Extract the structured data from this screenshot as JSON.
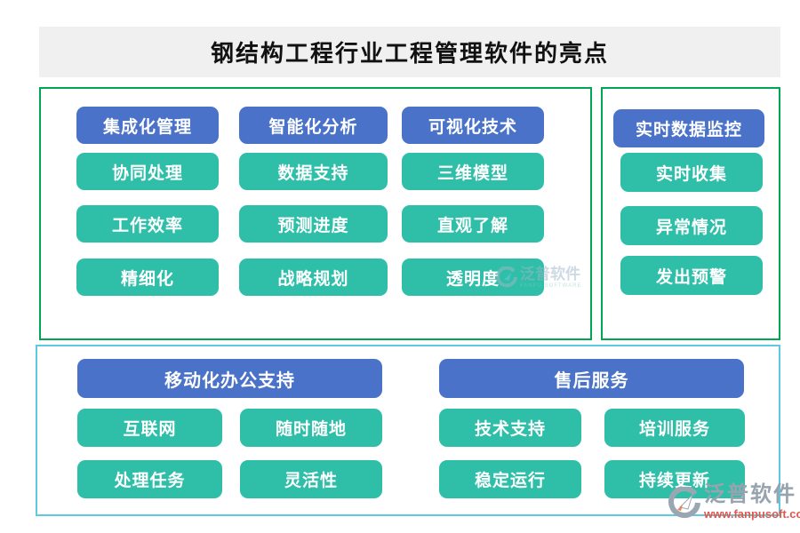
{
  "title": "钢结构工程行业工程管理软件的亮点",
  "colors": {
    "header_node": "#4a72c8",
    "item_node": "#2fbfa9",
    "top_border": "#00a651",
    "bottom_border": "#5fc8e2",
    "title_bg": "#f0f0f0",
    "logo_gray": "#97a3ae",
    "logo_red": "#e2574c"
  },
  "panel_top_left": {
    "columns": [
      {
        "header": "集成化管理",
        "items": [
          "协同处理",
          "工作效率",
          "精细化"
        ]
      },
      {
        "header": "智能化分析",
        "items": [
          "数据支持",
          "预测进度",
          "战略规划"
        ]
      },
      {
        "header": "可视化技术",
        "items": [
          "三维模型",
          "直观了解",
          "透明度"
        ]
      }
    ]
  },
  "panel_top_right": {
    "header": "实时数据监控",
    "items": [
      "实时收集",
      "异常情况",
      "发出预警"
    ]
  },
  "panel_bottom": {
    "groups": [
      {
        "header": "移动化办公支持",
        "items": [
          "互联网",
          "随时随地",
          "处理任务",
          "灵活性"
        ]
      },
      {
        "header": "售后服务",
        "items": [
          "技术支持",
          "培训服务",
          "稳定运行",
          "持续更新"
        ]
      }
    ]
  },
  "watermark": {
    "text": "泛普软件",
    "subtext": "FANPU SOFTWARE"
  },
  "logo": {
    "name": "泛普软件",
    "url": "www.fanpusoft.com"
  }
}
